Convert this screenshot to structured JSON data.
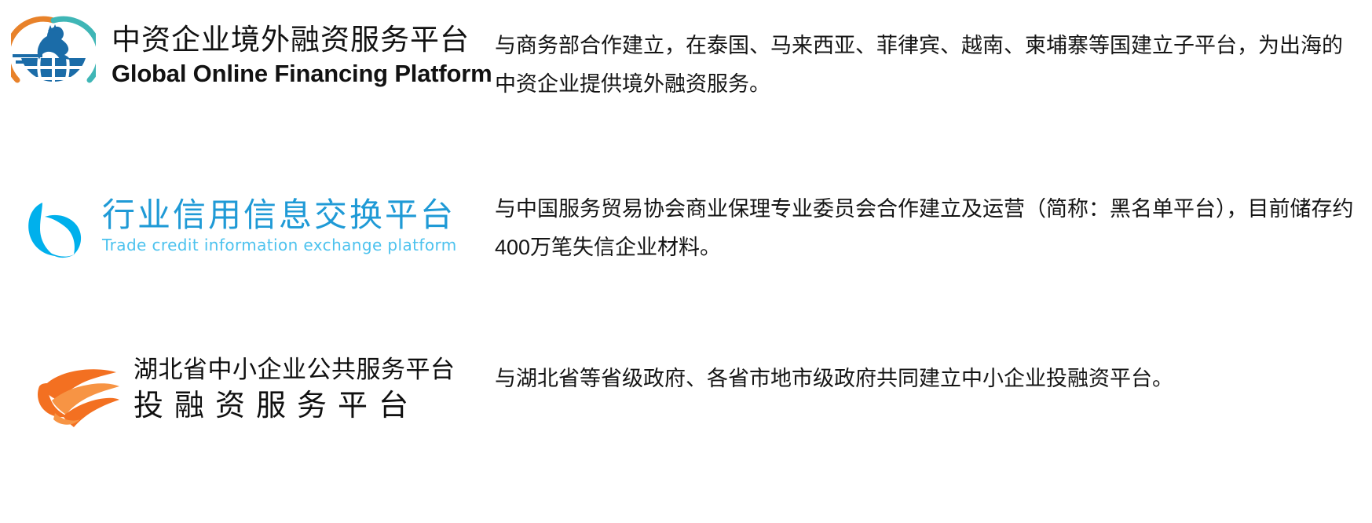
{
  "page": {
    "title": "中资企业境外融资服务平台 / 行业信用信息交换平台 / 湖北省中小企业公共服务平台",
    "background_color": "#ffffff"
  },
  "colors": {
    "globe_blue": "#1b6ca8",
    "globe_arc_orange": "#e8822a",
    "globe_arc_teal": "#3fb6b6",
    "lotus_cyan": "#00b0ec",
    "lotus_text_blue": "#1f9ad6",
    "lotus_subtitle_blue": "#4cc2ee",
    "phoenix_orange": "#f37021",
    "phoenix_orange_light": "#f79444",
    "body_text": "#151515"
  },
  "rows": [
    {
      "id": "global-online-financing-platform",
      "logo": {
        "icon_name": "globe-horse-logo",
        "mark_description": "globe with horse silhouette and orange-to-teal arc"
      },
      "brand_cn": "中资企业境外融资服务平台",
      "brand_en": "Global Online Financing Platform",
      "description": "与商务部合作建立，在泰国、马来西亚、菲律宾、越南、柬埔寨等国建立子平台，为出海的中资企业提供境外融资服务。"
    },
    {
      "id": "trade-credit-information-exchange-platform",
      "logo": {
        "icon_name": "lotus-leaf-logo",
        "mark_description": "cyan abstract leaf / lotus loop mark"
      },
      "brand_cn": "行业信用信息交换平台",
      "brand_en": "Trade credit information exchange platform",
      "description": "与中国服务贸易协会商业保理专业委员会合作建立及运营（简称：黑名单平台），目前储存约400万笔失信企业材料。"
    },
    {
      "id": "hubei-sme-public-service-platform",
      "logo": {
        "icon_name": "phoenix-wing-logo",
        "mark_description": "orange phoenix wing / flame mark"
      },
      "brand_cn": "湖北省中小企业公共服务平台",
      "brand_sub_cn": "投融资服务平台",
      "description": "与湖北省等省级政府、各省市地市级政府共同建立中小企业投融资平台。"
    }
  ]
}
